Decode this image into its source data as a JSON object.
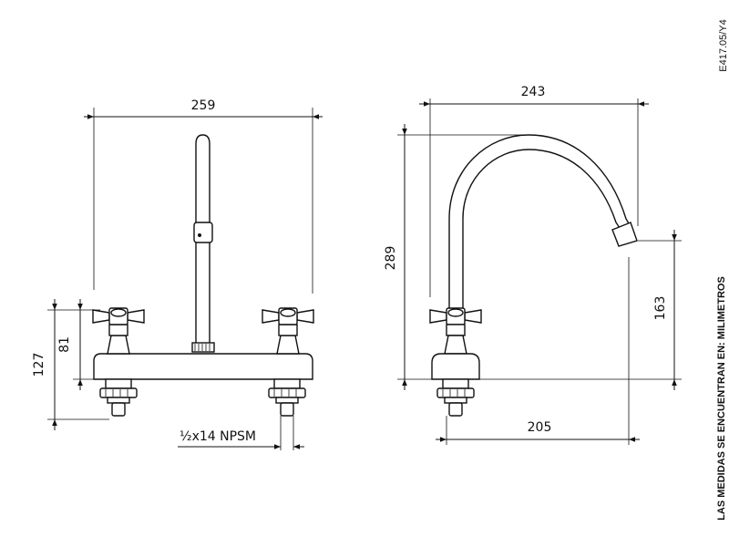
{
  "dimensions": {
    "front_width": "259",
    "front_total_height": "127",
    "front_handle_height": "81",
    "thread_spec": "½x14 NPSM",
    "side_reach": "243",
    "side_height": "289",
    "side_spout_clearance": "163",
    "side_base_depth": "205"
  },
  "notes": {
    "drawing_code": "E417.05/Y4",
    "units_note": "LAS MEDIDAS SE ENCUENTRAN EN: MILIMETROS"
  }
}
